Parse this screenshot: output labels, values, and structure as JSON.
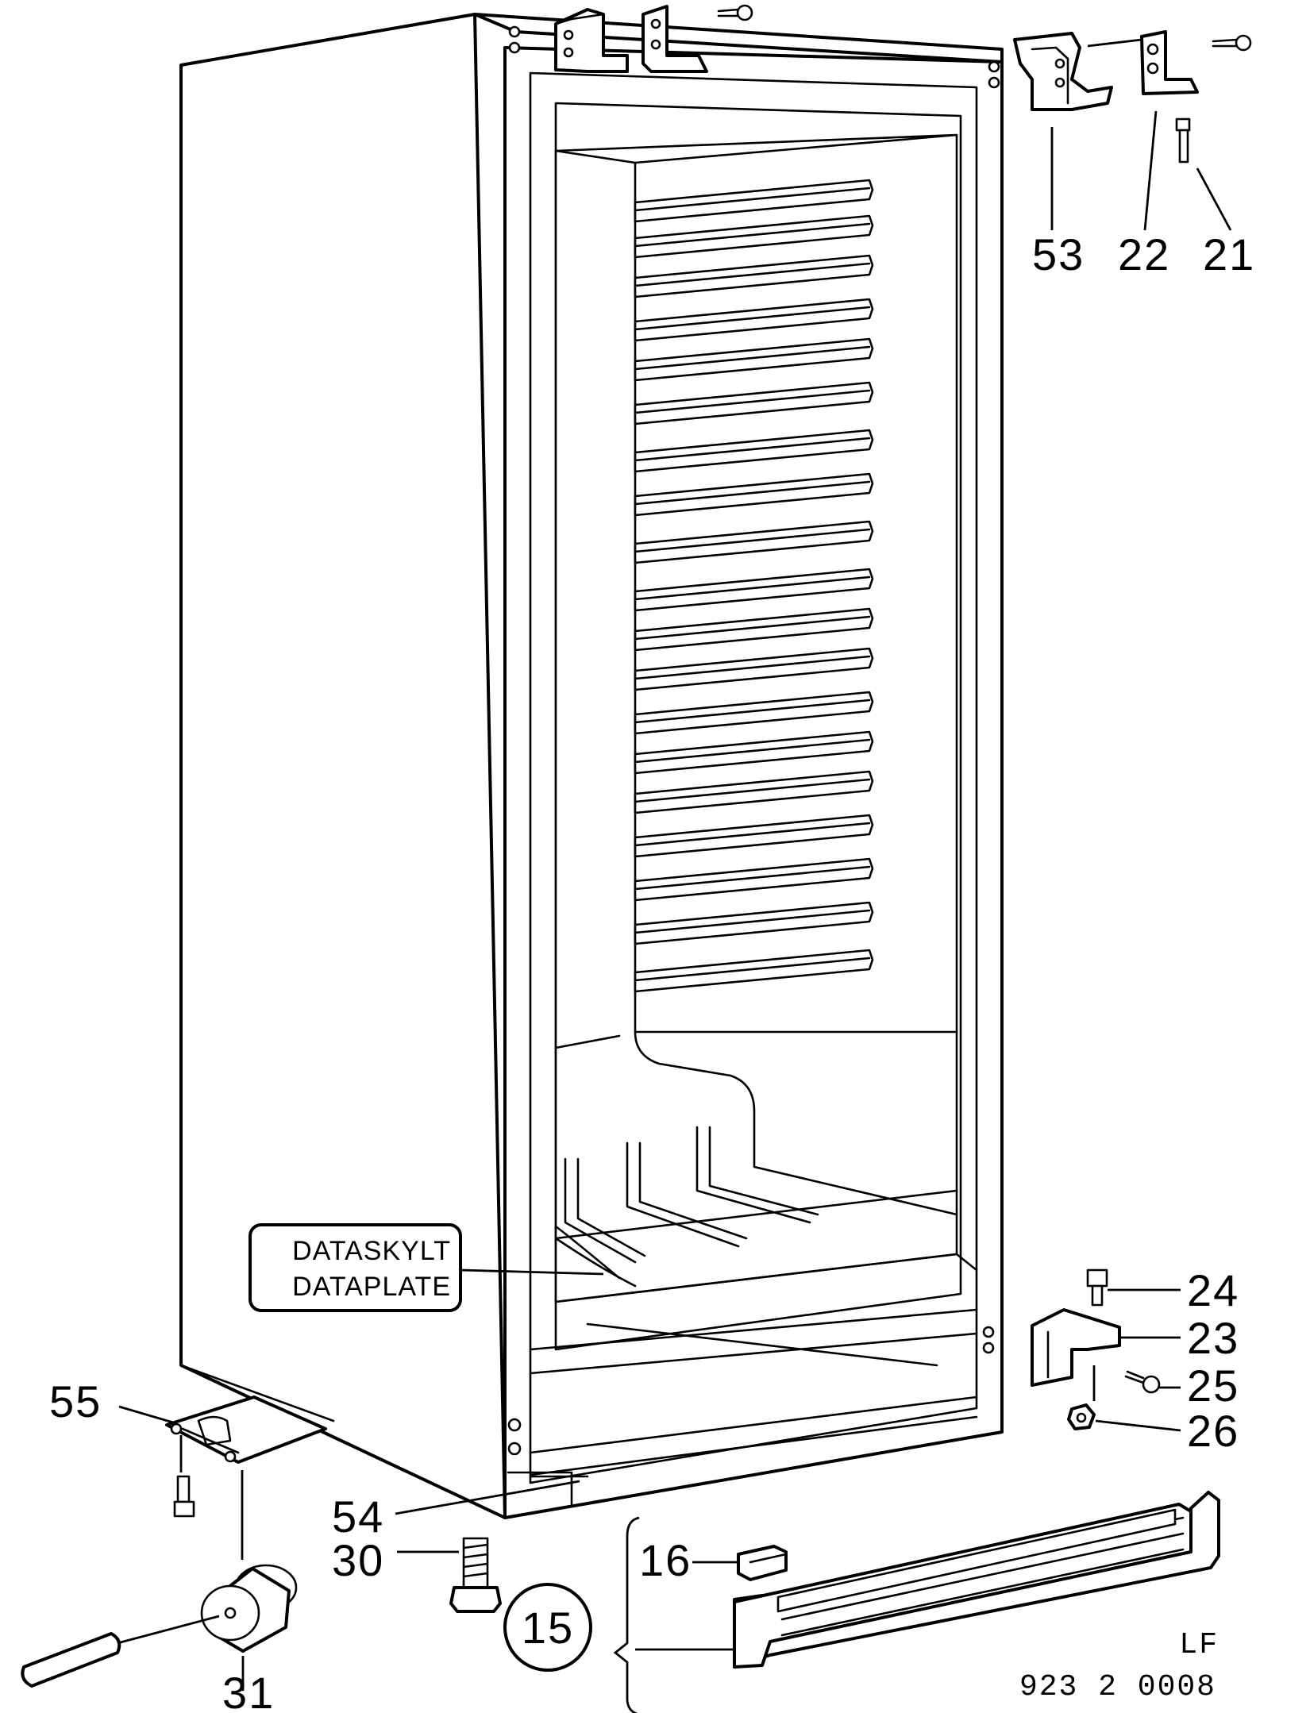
{
  "callouts": {
    "c53": "53",
    "c22": "22",
    "c21": "21",
    "c24": "24",
    "c23": "23",
    "c25": "25",
    "c26": "26",
    "c55": "55",
    "c54": "54",
    "c30": "30",
    "c16": "16",
    "c15": "15",
    "c31": "31"
  },
  "plate": {
    "line1": "DATASKYLT",
    "line2": "DATAPLATE"
  },
  "footer": {
    "code_a": "LF",
    "code_b": "923 2 0008"
  }
}
